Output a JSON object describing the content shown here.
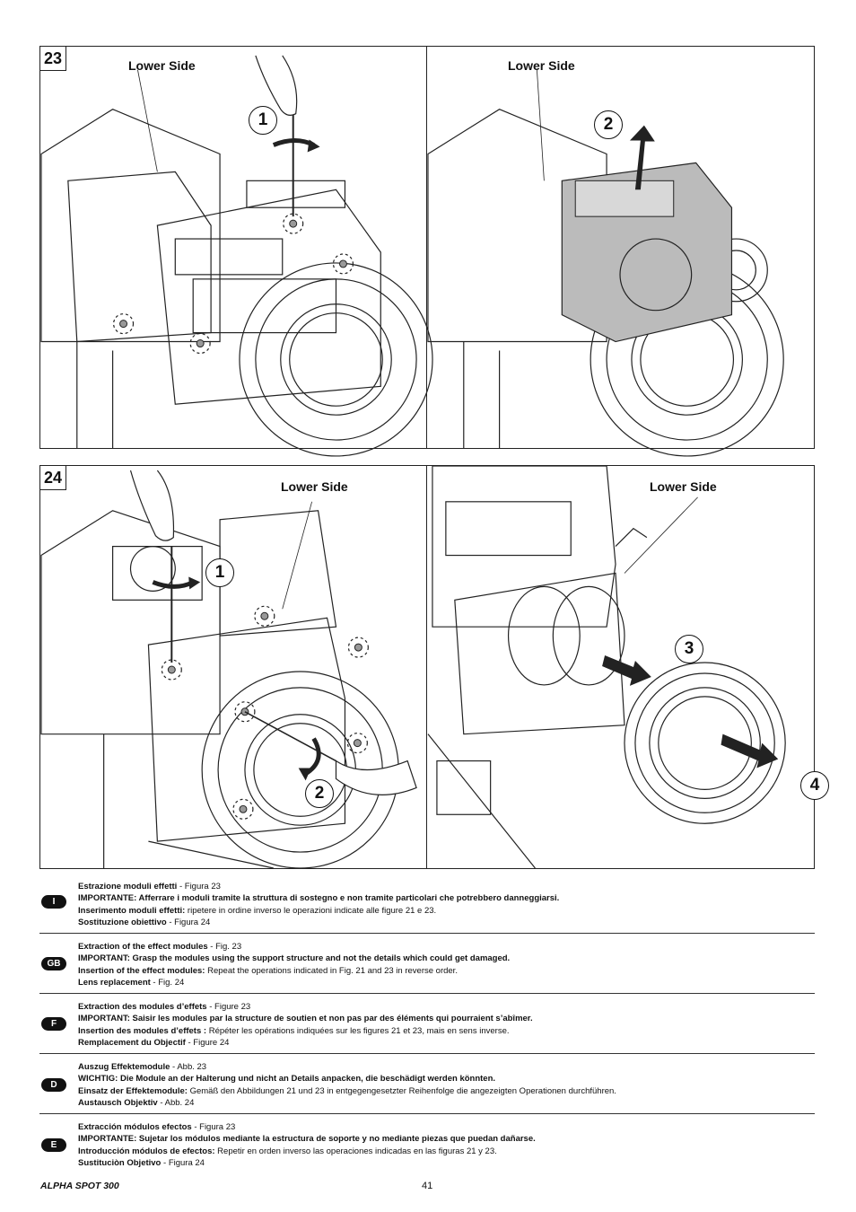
{
  "figures": {
    "fig23": {
      "number": "23",
      "left_label": "Lower Side",
      "right_label": "Lower Side",
      "left_steps": [
        "1"
      ],
      "right_steps": [
        "2"
      ]
    },
    "fig24": {
      "number": "24",
      "left_label": "Lower Side",
      "right_label": "Lower Side",
      "left_steps": [
        "1",
        "2"
      ],
      "right_steps": [
        "3",
        "4"
      ]
    }
  },
  "sections": [
    {
      "badge": "I",
      "lines": [
        {
          "bold": "Estrazione moduli effetti",
          "normal": " - Figura 23"
        },
        {
          "bold": "IMPORTANTE: Afferrare i moduli tramite la struttura di sostegno e non tramite particolari che potrebbero danneggiarsi.",
          "normal": ""
        },
        {
          "bold": "Inserimento moduli effetti:",
          "normal": " ripetere in ordine inverso le operazioni indicate alle figure 21 e 23."
        },
        {
          "bold": "Sostituzione obiettivo",
          "normal": " - Figura 24"
        }
      ]
    },
    {
      "badge": "GB",
      "lines": [
        {
          "bold": "Extraction of the effect modules",
          "normal": " - Fig. 23"
        },
        {
          "bold": "IMPORTANT: Grasp the modules using the support structure and not the details which could get damaged.",
          "normal": ""
        },
        {
          "bold": "Insertion of the effect modules:",
          "normal": " Repeat the operations indicated in Fig. 21 and 23 in reverse order."
        },
        {
          "bold": "Lens replacement",
          "normal": " - Fig. 24"
        }
      ]
    },
    {
      "badge": "F",
      "lines": [
        {
          "bold": "Extraction des modules d’effets",
          "normal": " - Figure 23"
        },
        {
          "bold": "IMPORTANT: Saisir les modules par la structure de soutien et non pas par des éléments qui pourraient s’abîmer.",
          "normal": ""
        },
        {
          "bold": "Insertion des modules d’effets :",
          "normal": " Répéter les opérations indiquées sur les figures 21 et 23, mais en sens inverse."
        },
        {
          "bold": "Remplacement du Objectif",
          "normal": " - Figure 24"
        }
      ]
    },
    {
      "badge": "D",
      "lines": [
        {
          "bold": "Auszug Effektemodule",
          "normal": " - Abb. 23"
        },
        {
          "bold": "WICHTIG: Die Module an der Halterung und nicht an Details anpacken, die beschädigt werden könnten.",
          "normal": ""
        },
        {
          "bold": "Einsatz der Effektemodule:",
          "normal": " Gemäß den Abbildungen 21 und 23 in entgegengesetzter Reihenfolge die angezeigten Operationen durchführen."
        },
        {
          "bold": "Austausch Objektiv",
          "normal": " - Abb. 24"
        }
      ]
    },
    {
      "badge": "E",
      "lines": [
        {
          "bold": "Extracción módulos efectos",
          "normal": " - Figura 23"
        },
        {
          "bold": "IMPORTANTE: Sujetar los módulos mediante la estructura de soporte y no mediante piezas que puedan dañarse.",
          "normal": ""
        },
        {
          "bold": "Introducción módulos de efectos:",
          "normal": " Repetir en orden inverso las operaciones indicadas en las figuras 21 y 23."
        },
        {
          "bold": "Sustituciòn Objetivo",
          "normal": " - Figura 24"
        }
      ]
    }
  ],
  "footer": {
    "product": "ALPHA SPOT 300",
    "page_number": "41"
  }
}
